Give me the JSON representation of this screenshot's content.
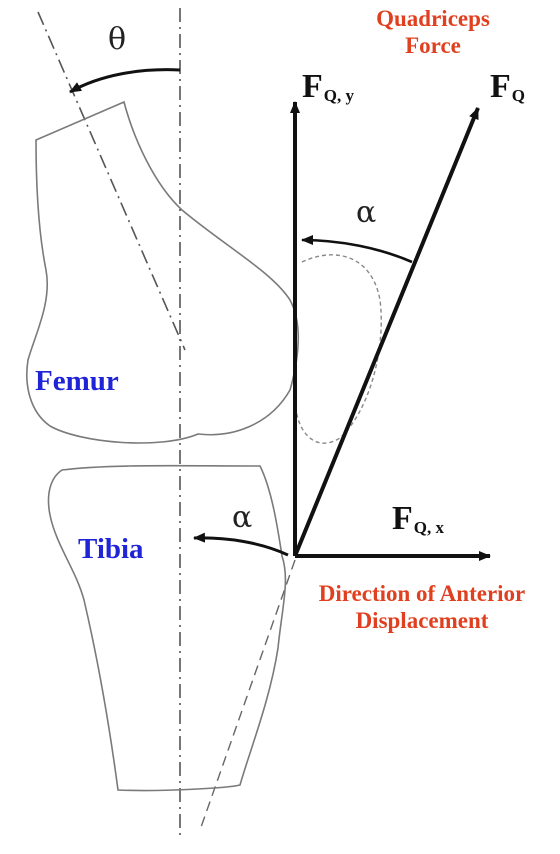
{
  "labels": {
    "quadriceps_force": [
      "Quadriceps",
      "Force"
    ],
    "femur": "Femur",
    "tibia": "Tibia",
    "direction": [
      "Direction of Anterior",
      "Displacement"
    ]
  },
  "symbols": {
    "fq": "F",
    "fq_sub": "Q",
    "fqy": "F",
    "fqy_sub": "Q, y",
    "fqx": "F",
    "fqx_sub": "Q, x",
    "theta": "θ",
    "alpha_top": "α",
    "alpha_bottom": "α"
  },
  "colors": {
    "label_red": "#e0401f",
    "label_blue": "#1f24d6",
    "ink": "#111111",
    "outline": "#7a7a7a"
  }
}
